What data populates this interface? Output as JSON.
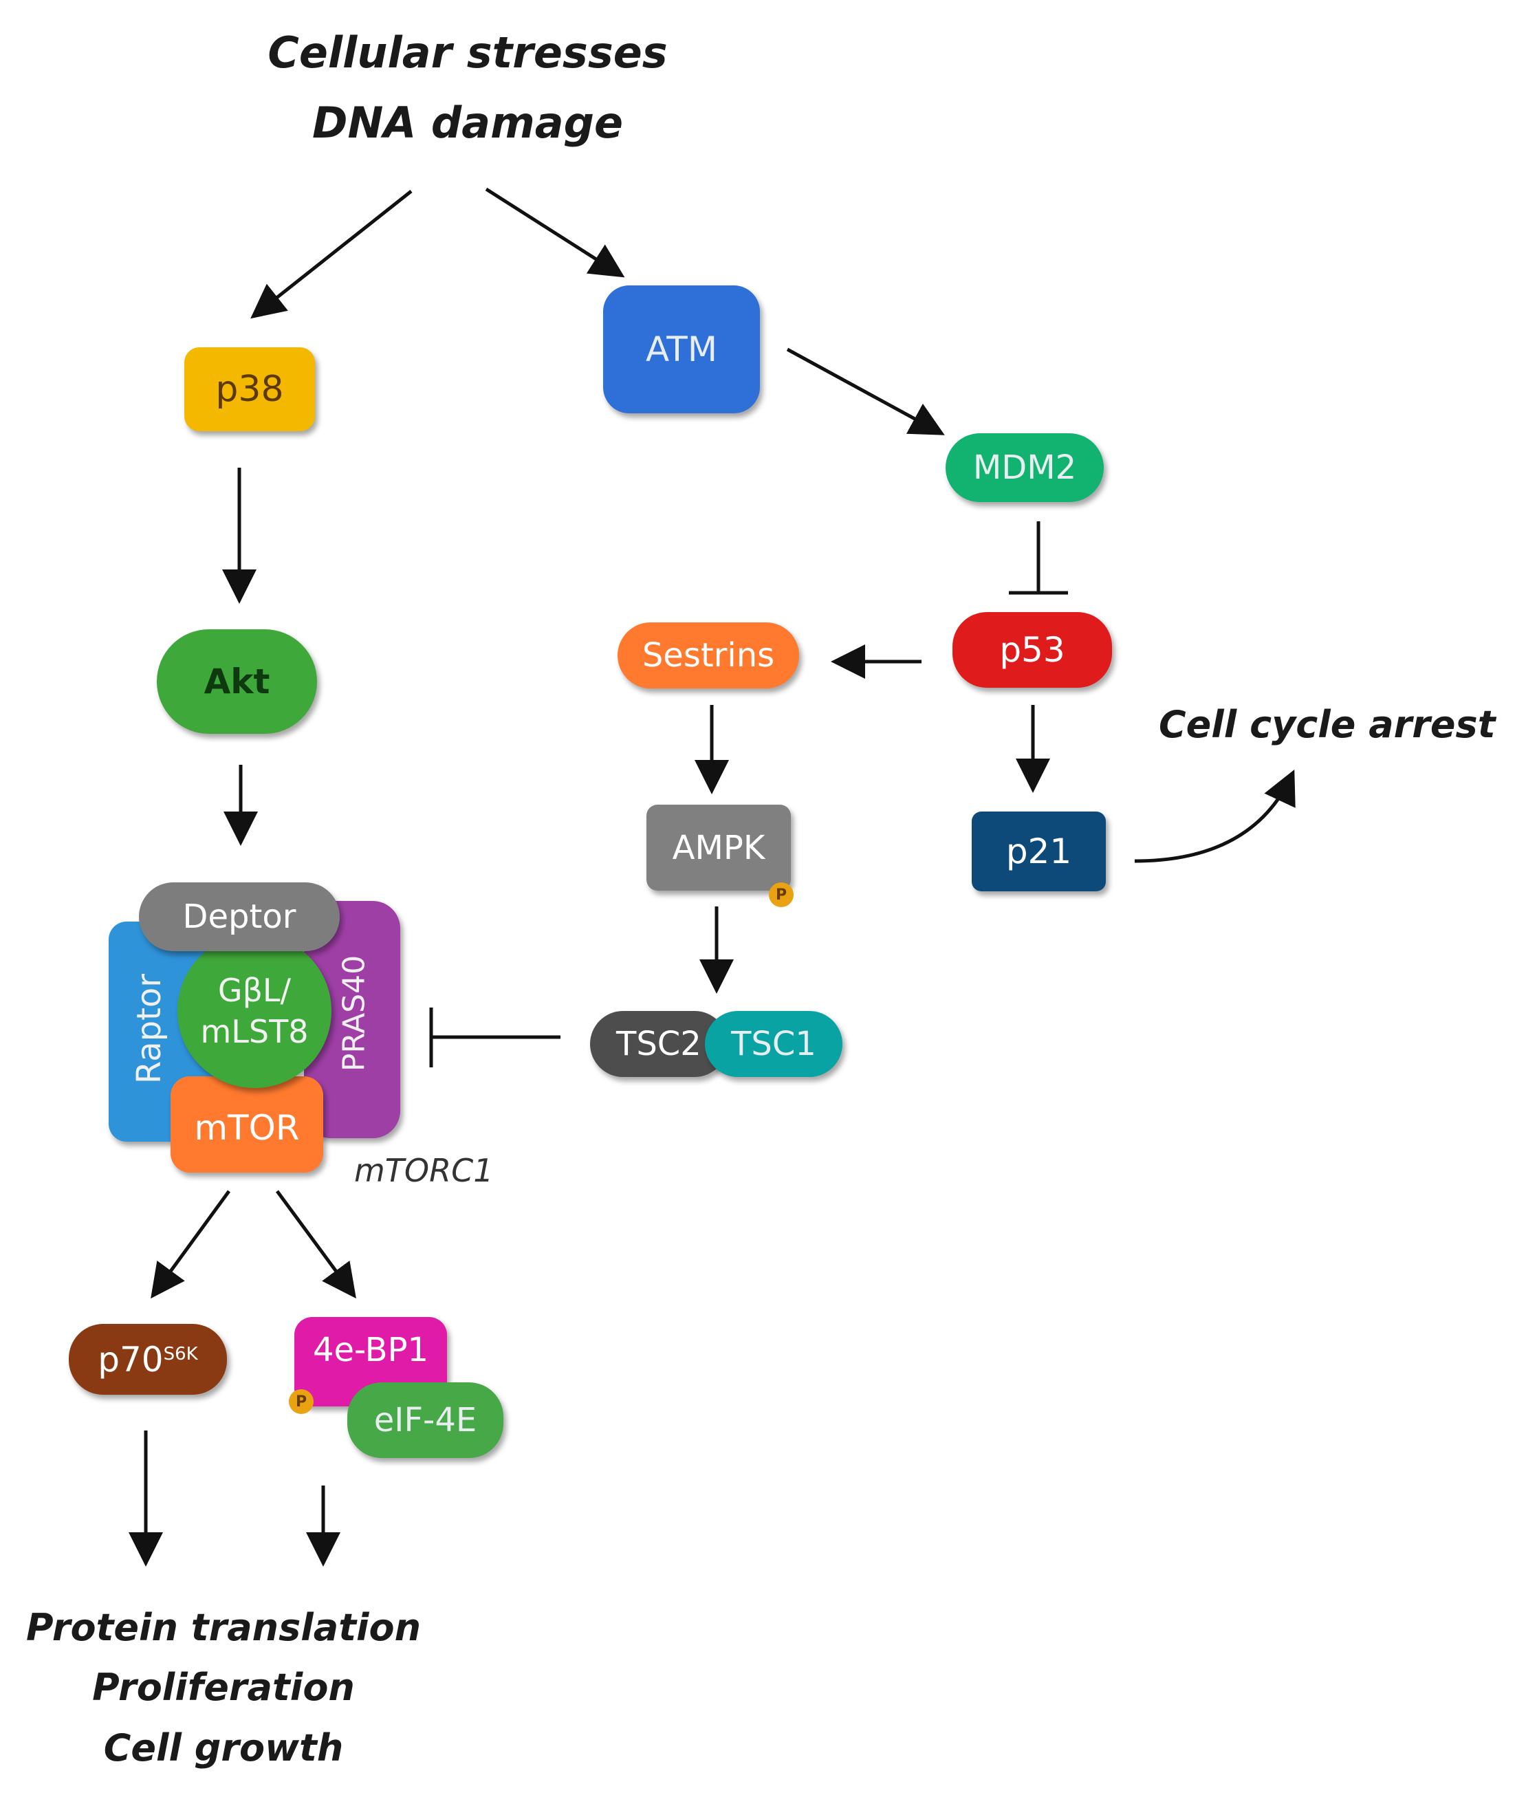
{
  "labels": {
    "stress_line1": "Cellular stresses",
    "stress_line2": "DNA damage",
    "cell_cycle_arrest": "Cell cycle arrest",
    "mtorc1": "mTORC1",
    "outcome_line1": "Protein translation",
    "outcome_line2": "Proliferation",
    "outcome_line3": "Cell growth"
  },
  "nodes": {
    "p38": "p38",
    "atm": "ATM",
    "mdm2": "MDM2",
    "p53": "p53",
    "sestrins": "Sestrins",
    "akt": "Akt",
    "ampk": "AMPK",
    "p21": "p21",
    "deptor": "Deptor",
    "raptor": "Raptor",
    "gbl_line1": "GβL/",
    "gbl_line2": "mLST8",
    "pras40": "PRAS40",
    "mtor": "mTOR",
    "tsc2": "TSC2",
    "tsc1": "TSC1",
    "p70_base": "p70",
    "p70_sup": "S6K",
    "bp1": "4e-BP1",
    "eif4e": "eIF-4E",
    "phospho": "P"
  },
  "colors": {
    "p38": "#f5b800",
    "atm": "#2e6fd8",
    "mdm2": "#12b271",
    "p53": "#e01b1b",
    "sestrins": "#ff7a2e",
    "akt": "#3fa83a",
    "ampk": "#808080",
    "p21": "#0d4a7a",
    "deptor": "#7d7d7d",
    "raptor": "#2f93d9",
    "gbl": "#3fa83a",
    "pras40": "#9e3fa6",
    "mtor": "#ff7a2e",
    "tsc2": "#4d4d4d",
    "tsc1": "#0aa3a3",
    "p70": "#8a3a12",
    "bp1": "#e01ba8",
    "eif4e": "#47a847",
    "phospho": "#e8a212"
  }
}
